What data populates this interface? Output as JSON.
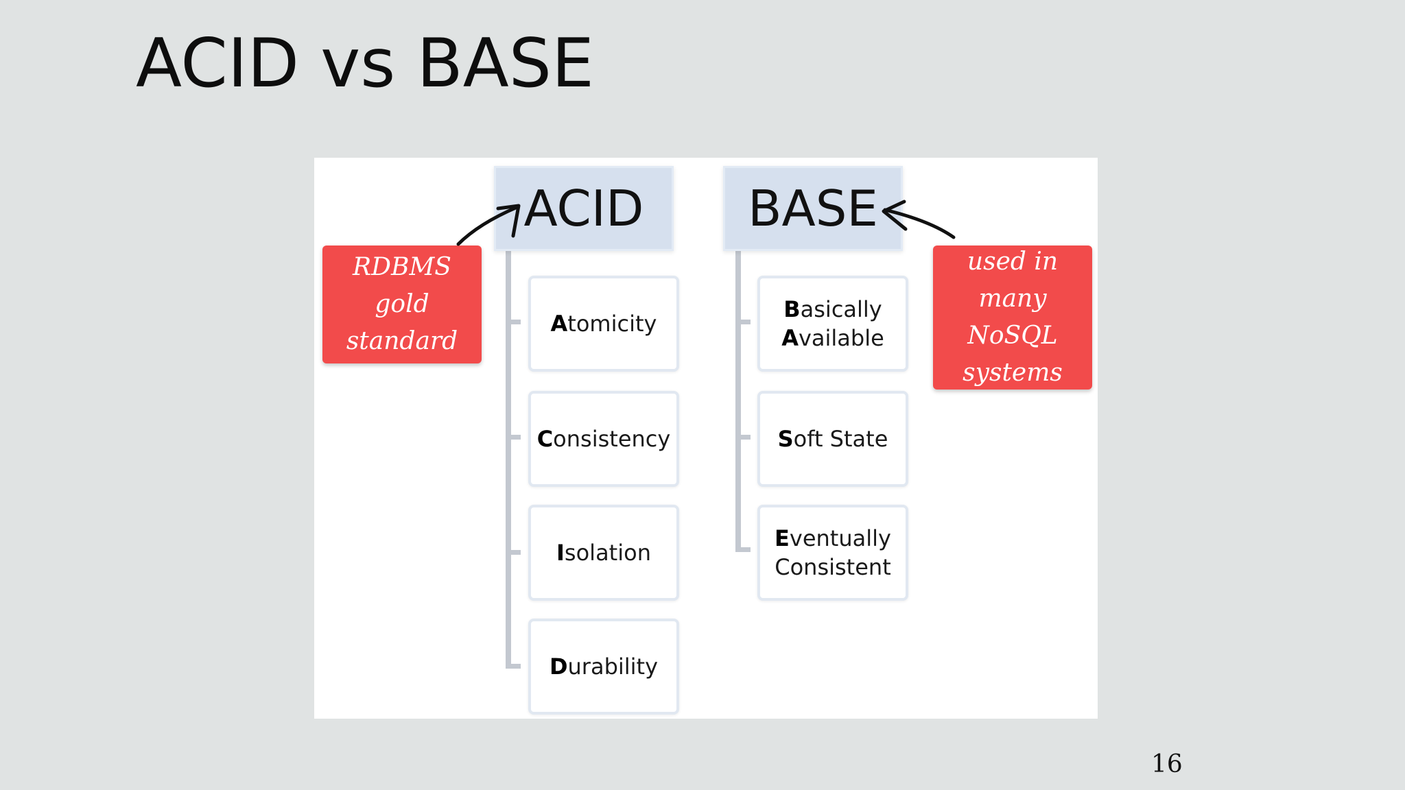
{
  "slide": {
    "title": "ACID vs BASE",
    "page_number": "16"
  },
  "diagram": {
    "acid": {
      "heading": "ACID",
      "items": [
        {
          "initial": "A",
          "rest": "tomicity"
        },
        {
          "initial": "C",
          "rest": "onsistency"
        },
        {
          "initial": "I",
          "rest": "solation"
        },
        {
          "initial": "D",
          "rest": "urability"
        }
      ]
    },
    "base": {
      "heading": "BASE",
      "items": [
        {
          "line1_initial": "B",
          "line1_rest": "asically",
          "line2_initial": "A",
          "line2_rest": "vailable"
        },
        {
          "line1_initial": "S",
          "line1_rest": "oft State"
        },
        {
          "line1_initial": "E",
          "line1_rest": "ventually",
          "line2_initial": "",
          "line2_rest": "Consistent"
        }
      ]
    },
    "notes": {
      "rdbms": {
        "line1": "RDBMS gold",
        "line2": "standard"
      },
      "nosql": {
        "line1": "used in many",
        "line2": "NoSQL",
        "line3": "systems"
      }
    },
    "colors": {
      "note_fill": "#f24b4b",
      "heading_fill": "#d6e0ee",
      "connector": "#c3c8d0"
    }
  }
}
